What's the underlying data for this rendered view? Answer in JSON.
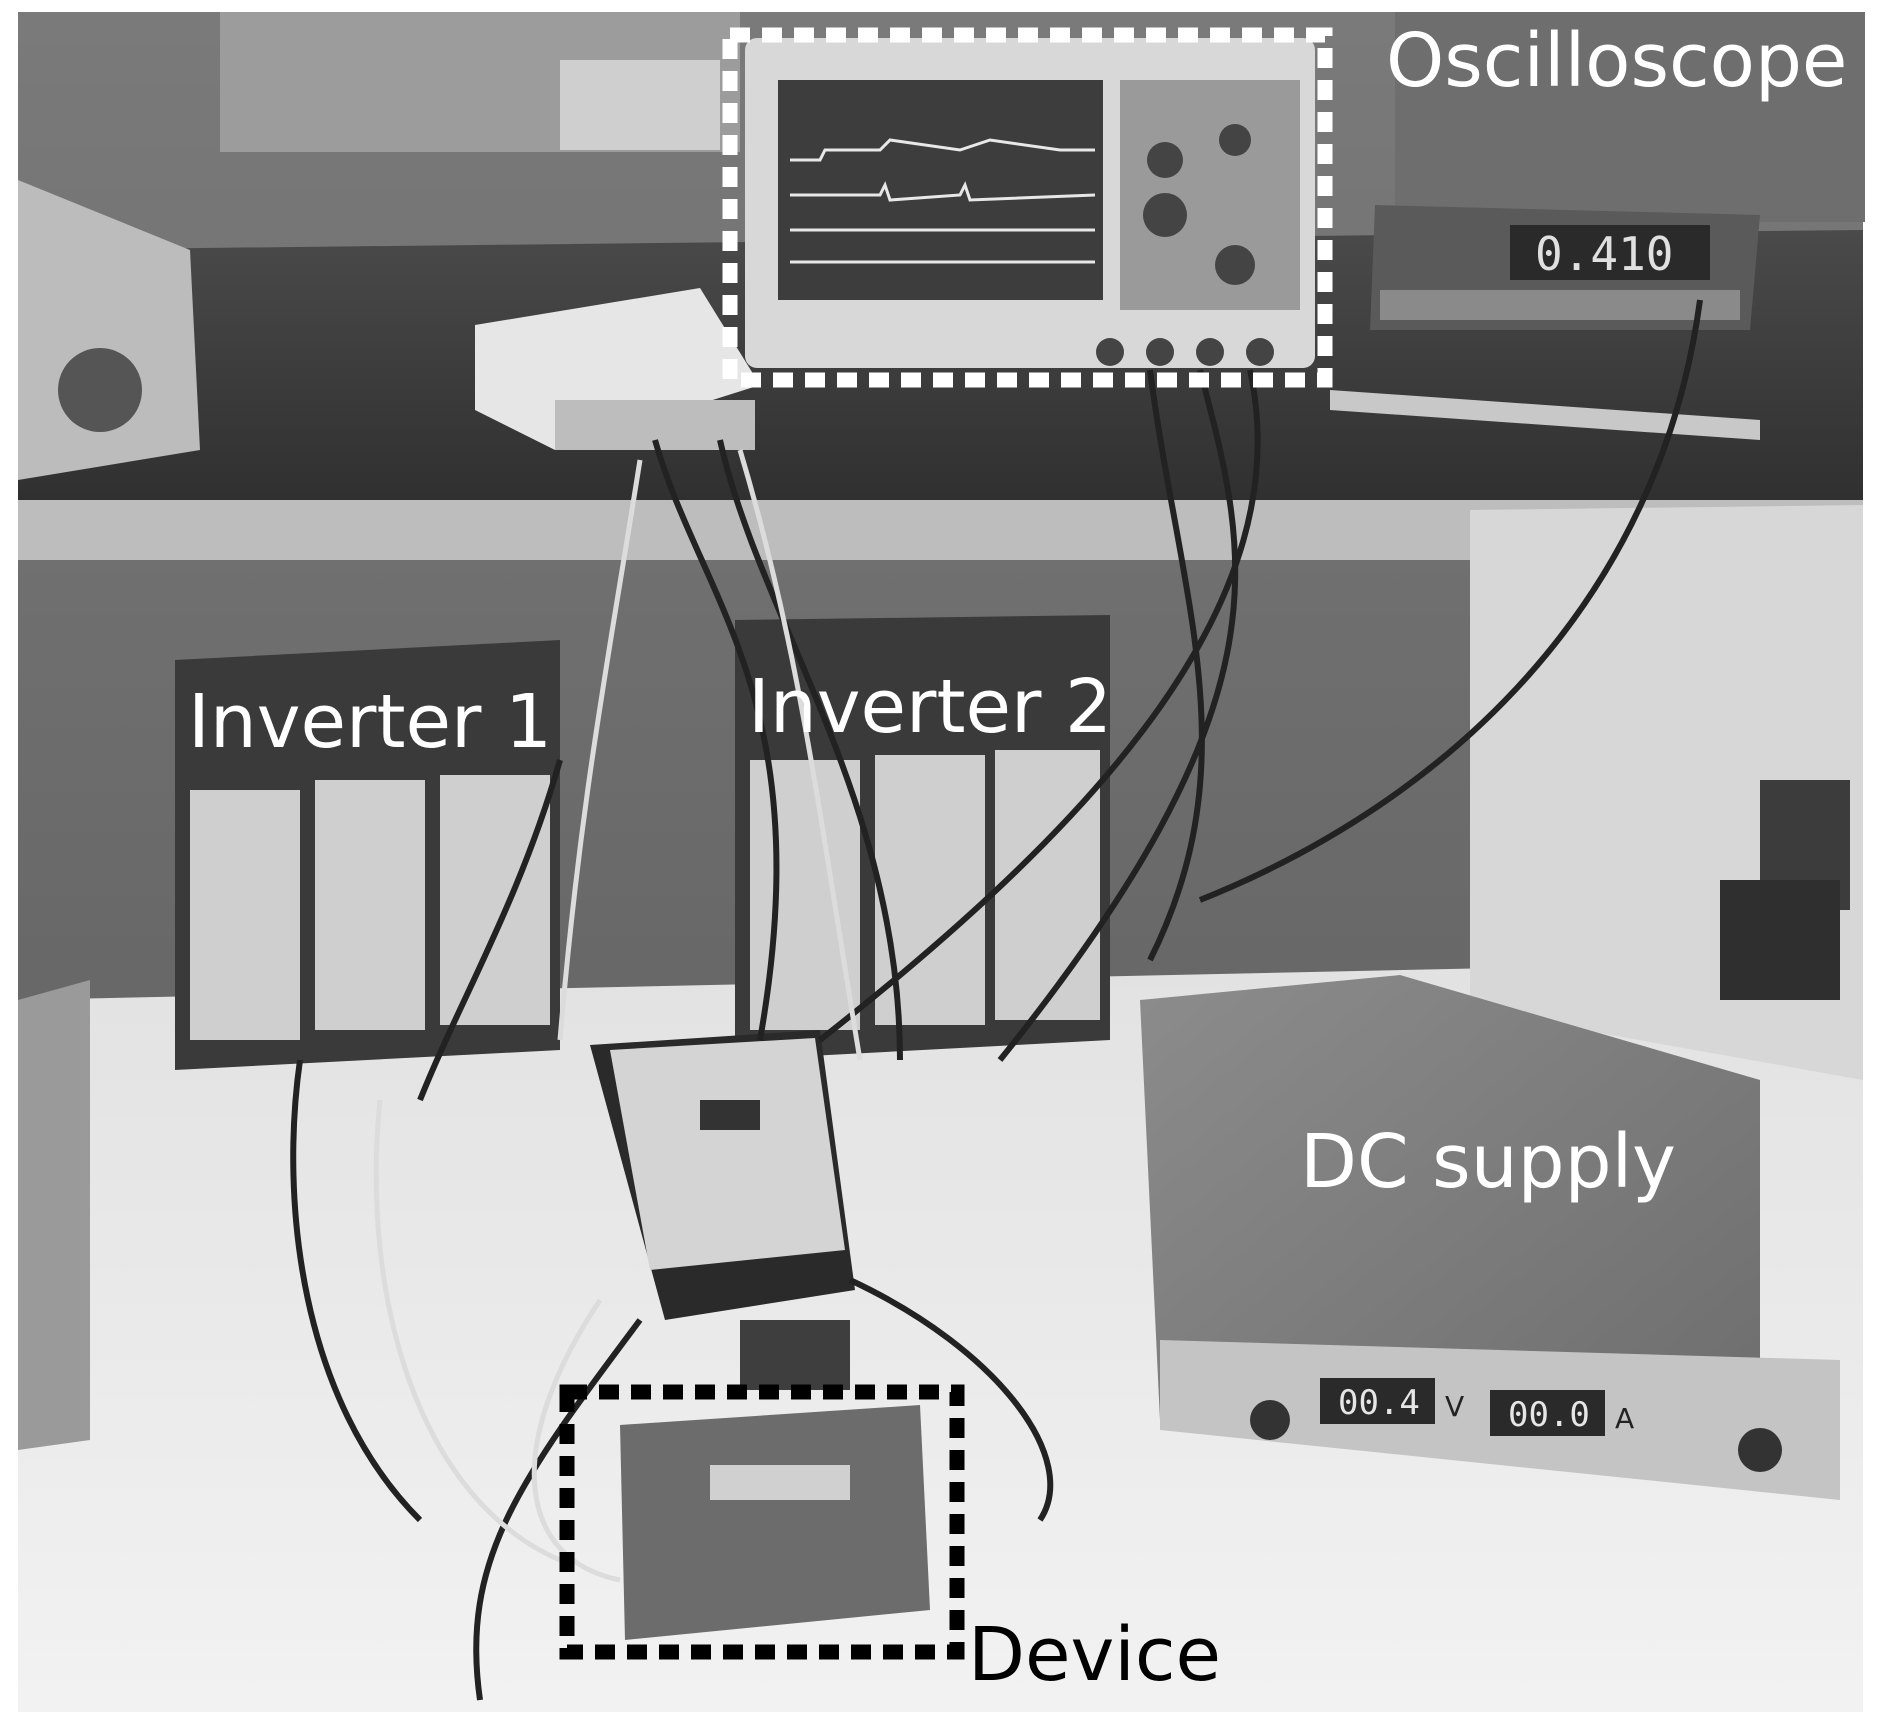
{
  "labels": {
    "oscilloscope": "Oscilloscope",
    "inverter1": "Inverter 1",
    "inverter2": "Inverter 2",
    "dc_supply": "DC supply",
    "device": "Device"
  },
  "readouts": {
    "multimeter": "0.410",
    "dc_voltage": "00.4",
    "dc_voltage_unit": "V",
    "dc_current": "00.0",
    "dc_current_unit": "A"
  },
  "colors": {
    "photo_dark": "#3a3a3a",
    "photo_mid": "#8a8a8a",
    "photo_light": "#cfcfcf",
    "label_light": "#ffffff",
    "label_dark": "#000000"
  }
}
